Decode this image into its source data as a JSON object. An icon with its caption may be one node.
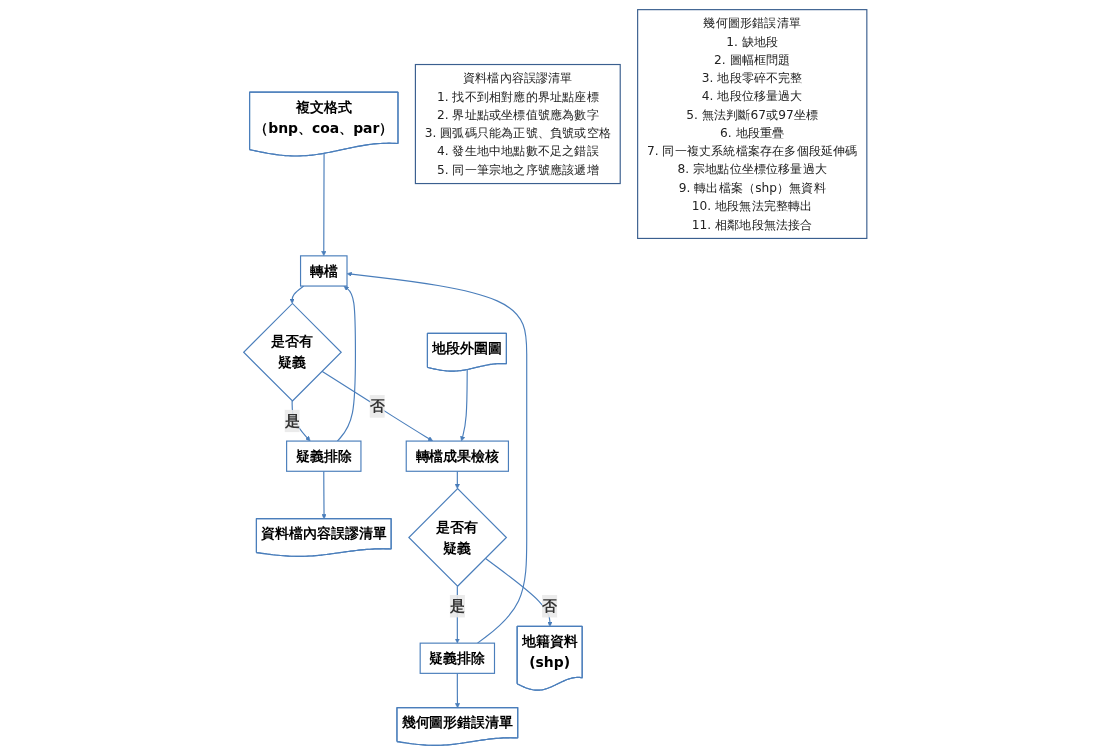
{
  "diagram": {
    "nodes": [
      {
        "text": [
          "複文格式",
          "（bnp、coa、par）"
        ]
      },
      {
        "text": [
          "轉檔"
        ]
      },
      {
        "text": [
          "是否有疑義"
        ]
      },
      {
        "text": [
          "疑義排除"
        ]
      },
      {
        "text": [
          "資料檔內容誤謬清單"
        ]
      },
      {
        "text": [
          "地段外圍圖"
        ]
      },
      {
        "text": [
          "轉檔成果檢核"
        ]
      },
      {
        "text": [
          "是否有疑義"
        ]
      },
      {
        "text": [
          "疑義排除"
        ]
      },
      {
        "text": [
          "幾何圖形錯誤清單"
        ]
      },
      {
        "text": [
          "地籍資料",
          "(shp)"
        ]
      },
      {
        "text": [
          "資料檔內容誤謬清單",
          "1. 找不到相對應的界址點座標",
          "2. 界址點或坐標值號應為數字",
          "3. 圓弧碼只能為正號、負號或空格",
          "4. 發生地中地點數不足之錯誤",
          "5. 同一筆宗地之序號應該遞增"
        ]
      },
      {
        "text": [
          "幾何圖形錯誤清單",
          "1. 缺地段",
          "2. 圖幅框問題",
          "3. 地段零碎不完整",
          "4. 地段位移量過大",
          "5. 無法判斷67或97坐標",
          "6. 地段重疊",
          "7. 同一複丈系統檔案存在多個段延伸碼",
          "8. 宗地點位坐標位移量過大",
          "9. 轉出檔案（shp）無資料",
          "10. 地段無法完整轉出",
          "11. 相鄰地段無法接合"
        ]
      }
    ],
    "edges": [
      {
        "from": 0,
        "to": 1,
        "arrow": "to"
      },
      {
        "from": 1,
        "to": 2,
        "arrow": "to"
      },
      {
        "from": 2,
        "to": 3,
        "label": "是",
        "arrow": "to"
      },
      {
        "from": 3,
        "to": 1,
        "arrow": "to"
      },
      {
        "from": 3,
        "to": 4,
        "arrow": "to"
      },
      {
        "from": 2,
        "to": 6,
        "label": "否",
        "arrow": "to"
      },
      {
        "from": 5,
        "to": 6,
        "arrow": "to"
      },
      {
        "from": 6,
        "to": 7,
        "arrow": "to"
      },
      {
        "from": 7,
        "to": 8,
        "label": "是",
        "arrow": "to"
      },
      {
        "from": 8,
        "to": 1,
        "arrow": "to"
      },
      {
        "from": 8,
        "to": 9,
        "arrow": "to"
      },
      {
        "from": 7,
        "to": 10,
        "label": "否",
        "arrow": "to"
      }
    ]
  }
}
